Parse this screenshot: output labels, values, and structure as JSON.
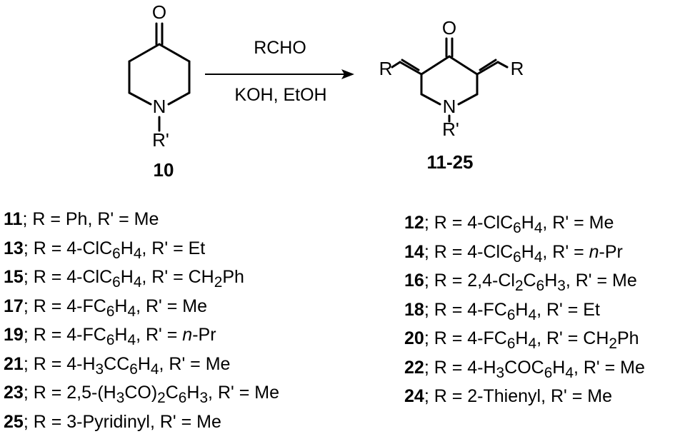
{
  "scheme": {
    "reactant": {
      "atoms": {
        "O": "O",
        "N": "N",
        "R_prime": "R'"
      },
      "label": "10"
    },
    "reagents": {
      "above": "RCHO",
      "below": "KOH, EtOH"
    },
    "product": {
      "atoms": {
        "O": "O",
        "N": "N",
        "R_prime": "R'",
        "R_left": "R",
        "R_right": "R"
      },
      "label": "11-25"
    }
  },
  "compounds_left": [
    {
      "num": "11",
      "html": "; R = Ph, R' = Me"
    },
    {
      "num": "13",
      "html": "; R = 4-ClC<sub>6</sub>H<sub>4</sub>, R' = Et"
    },
    {
      "num": "15",
      "html": "; R = 4-ClC<sub>6</sub>H<sub>4</sub>, R' = CH<sub>2</sub>Ph"
    },
    {
      "num": "17",
      "html": "; R = 4-FC<sub>6</sub>H<sub>4</sub>, R' = Me"
    },
    {
      "num": "19",
      "html": "; R = 4-FC<sub>6</sub>H<sub>4</sub>, R' = <i>n</i>-Pr"
    },
    {
      "num": "21",
      "html": "; R = 4-H<sub>3</sub>CC<sub>6</sub>H<sub>4</sub>, R' = Me"
    },
    {
      "num": "23",
      "html": "; R = 2,5-(H<sub>3</sub>CO)<sub>2</sub>C<sub>6</sub>H<sub>3</sub>, R' = Me"
    },
    {
      "num": "25",
      "html": "; R = 3-Pyridinyl, R' = Me"
    }
  ],
  "compounds_right": [
    {
      "num": "12",
      "html": "; R = 4-ClC<sub>6</sub>H<sub>4</sub>, R' = Me"
    },
    {
      "num": "14",
      "html": "; R = 4-ClC<sub>6</sub>H<sub>4</sub>, R' = <i>n</i>-Pr"
    },
    {
      "num": "16",
      "html": "; R = 2,4-Cl<sub>2</sub>C<sub>6</sub>H<sub>3</sub>, R' = Me"
    },
    {
      "num": "18",
      "html": "; R = 4-FC<sub>6</sub>H<sub>4</sub>, R' = Et"
    },
    {
      "num": "20",
      "html": "; R = 4-FC<sub>6</sub>H<sub>4</sub>, R' = CH<sub>2</sub>Ph"
    },
    {
      "num": "22",
      "html": "; R = 4-H<sub>3</sub>COC<sub>6</sub>H<sub>4</sub>, R' = Me"
    },
    {
      "num": "24",
      "html": "; R = 2-Thienyl, R' = Me"
    }
  ]
}
